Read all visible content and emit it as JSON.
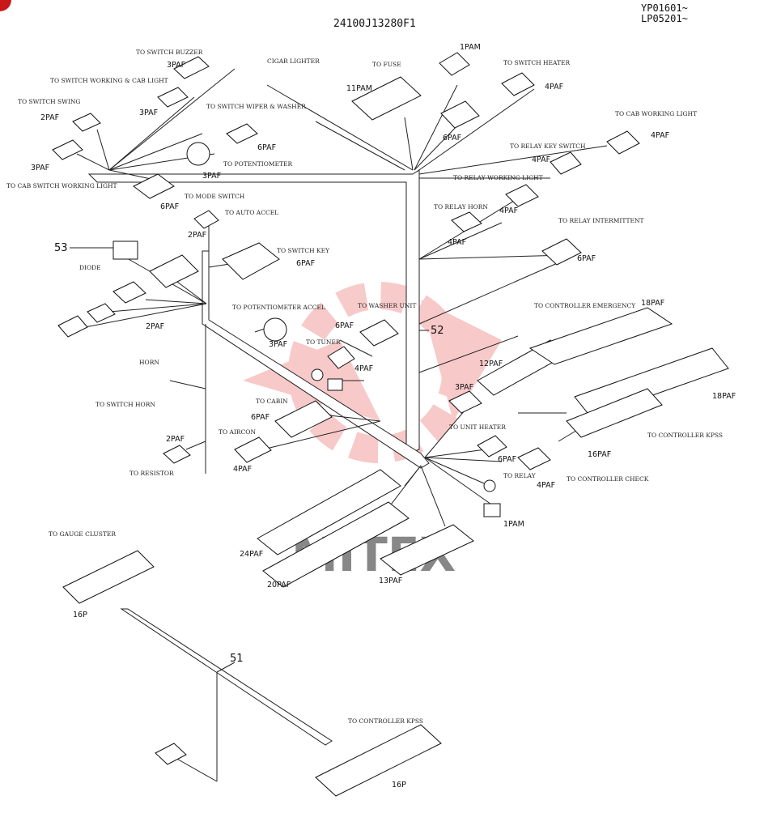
{
  "header": {
    "part_number": "24100J13280F1",
    "serial_line1": "YP01601~",
    "serial_line2": "LP05201~"
  },
  "callouts": {
    "harness_main": "52",
    "harness_sub": "51",
    "diode": "53"
  },
  "destinations": {
    "switch_buzzer": "TO SWITCH BUZZER",
    "cigar_lighter": "CIGAR LIGHTER",
    "switch_working_light": "TO SWITCH WORKING & CAB LIGHT",
    "switch_swing": "TO SWITCH SWING",
    "fuse": "TO FUSE",
    "switch_heater": "TO SWITCH HEATER",
    "switch_wiper_washer": "TO SWITCH WIPER & WASHER",
    "cab_working_light": "TO CAB WORKING LIGHT",
    "relay_key_switch": "TO RELAY KEY SWITCH",
    "potentiometer": "TO POTENTIOMETER",
    "cab_switch_working_light": "TO CAB SWITCH WORKING LIGHT",
    "relay_working_light": "TO RELAY WORKING LIGHT",
    "mode_switch": "TO MODE SWITCH",
    "auto_accel": "TO AUTO ACCEL",
    "relay_horn": "TO RELAY HORN",
    "relay_intermittent": "TO RELAY INTERMITTENT",
    "switch_key": "TO SWITCH KEY",
    "diode_label": "DIODE",
    "potentiometer_accel": "TO POTENTIOMETER ACCEL",
    "washer_unit": "TO WASHER UNIT",
    "controller_emergency": "TO CONTROLLER EMERGENCY",
    "tuner": "TO TUNER",
    "horn": "HORN",
    "switch_horn": "TO SWITCH HORN",
    "cabin": "TO CABIN",
    "aircon": "TO AIRCON",
    "unit_heater": "TO UNIT HEATER",
    "controller_kpss_right": "TO CONTROLLER KPSS",
    "resistor": "TO RESISTOR",
    "relay_lower": "TO RELAY",
    "controller_check": "TO CONTROLLER CHECK",
    "gauge_cluster": "TO GAUGE CLUSTER",
    "controller_kpss_bottom": "TO CONTROLLER KPSS"
  },
  "connectors": {
    "c3paf_top": "3PAF",
    "c3paf_left": "3PAF",
    "c3paf_mid": "3PAF",
    "c2paf_left": "2PAF",
    "c3paf_wiper": "3PAF",
    "c6paf_wiper": "6PAF",
    "c1pam_top": "1PAM",
    "c4paf_heater": "4PAF",
    "c11pam_fuse": "11PAM",
    "c6paf_heater": "6PAF",
    "c4paf_cab": "4PAF",
    "c4paf_relaykey": "4PAF",
    "c3paf_pot": "3PAF",
    "c6paf_mode": "6PAF",
    "c2paf_auto": "2PAF",
    "c4paf_workrelay": "4PAF",
    "c4paf_horn": "4PAF",
    "c6paf_key": "6PAF",
    "c6paf_inter": "6PAF",
    "c2paf_diode": "2PAF",
    "c3paf_accel": "3PAF",
    "c6paf_washer": "6PAF",
    "c4paf_tuner": "4PAF",
    "c12paf": "12PAF",
    "c18paf_a": "18PAF",
    "c18paf_b": "18PAF",
    "c16paf": "16PAF",
    "c6paf_cabin": "6PAF",
    "c4paf_aircon": "4PAF",
    "c2paf_resistor": "2PAF",
    "c3paf_unit": "3PAF",
    "c6paf_relay": "6PAF",
    "c4paf_check": "4PAF",
    "c1pam_bottom": "1PAM",
    "c24paf": "24PAF",
    "c20paf": "20PAF",
    "c13paf": "13PAF",
    "c16p_gauge": "16P",
    "c16p_kpss": "16P"
  },
  "watermark": "MITEX"
}
